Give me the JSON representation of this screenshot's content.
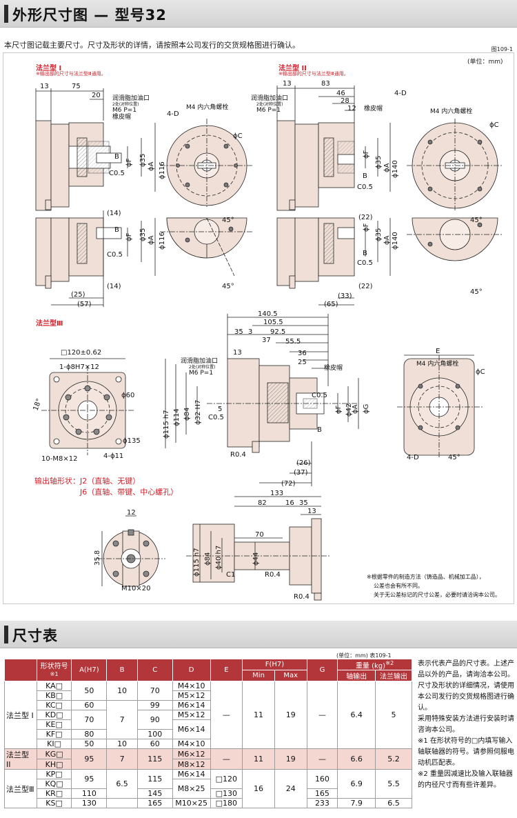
{
  "header1": {
    "title": "外形尺寸图 — 型号32"
  },
  "intro": "本尺寸图记载主要尺寸。尺寸及形状的详情，请按照本公司发行的交货规格图进行确认。",
  "fig_id": "图109-1",
  "unit_note": "(单位：mm)",
  "flange1": {
    "title": "法兰型 I",
    "note": "※输出部的尺寸与法兰型Ⅲ通用。"
  },
  "flange2": {
    "title": "法兰型 II",
    "note": "※输出部的尺寸与法兰型Ⅲ通用。"
  },
  "flange3": {
    "title": "法兰型Ⅲ"
  },
  "labels": {
    "grease": "润滑脂加油口",
    "grease_sub": "2处(对称位置)",
    "m6": "M6 P=1",
    "rubber_cap": "橡皮帽",
    "bolt": "M4 内六角螺栓",
    "four_d": "4-D",
    "phi_c": "ϕC",
    "phi_f": "ϕF",
    "phi_a": "ϕA",
    "b": "B",
    "c05": "C0.5",
    "angle45": "45°",
    "angle18": "18°",
    "phi116": "ϕ116",
    "phi140": "ϕ140",
    "phi35": "ϕ35",
    "phi60": "ϕ60",
    "phi135": "ϕ135",
    "sq120": "□120±0.62",
    "holes1": "1-ϕ8H7×12",
    "holes2": "10-M8×12",
    "holes3": "4-ϕ11",
    "e": "E",
    "phi_g": "ϕG",
    "phi42": "ϕ42",
    "phi115": "ϕ115 h7",
    "phi114": "ϕ114",
    "phi84": "ϕ84",
    "phi32": "ϕ32 H7",
    "phi44": "ϕ44",
    "phi40": "ϕ40 h7",
    "r04": "R0.4",
    "c1": "C1",
    "m10": "M10×20",
    "v5": "5"
  },
  "dims": {
    "f1": [
      "13",
      "75",
      "20",
      "(14)",
      "(14)",
      "(25)",
      "(57)"
    ],
    "f2": [
      "13",
      "83",
      "46",
      "28",
      "12",
      "(22)",
      "(22)",
      "(33)",
      "(65)"
    ],
    "f3": [
      "140.5",
      "105.5",
      "35",
      "3",
      "92.5",
      "37",
      "55.5",
      "13",
      "36",
      "25",
      "(26)",
      "(37)",
      "(72)"
    ],
    "shaft": [
      "133",
      "82",
      "16",
      "35",
      "13",
      "70",
      "12",
      "35.8"
    ]
  },
  "shaft_shapes": {
    "title": "输出轴形状：J2（直轴、无键）",
    "line2": "J6（直轴、带键、中心螺孔）"
  },
  "mfg_note": [
    "※根据零件的制造方法（铸造品、机械加工品），",
    "公差也会有所不同。",
    "关于无公差标记的尺寸公差，必要时请洽询本公司。"
  ],
  "header2": {
    "title": "尺寸表"
  },
  "table_unit": "(单位：mm)  表109-1",
  "table": {
    "headers": {
      "shape": "形状符号",
      "shape_mark": "※1",
      "a": "A(H7)",
      "b": "B",
      "c": "C",
      "d": "D",
      "e": "E",
      "f": "F(H7)",
      "fmin": "Min",
      "fmax": "Max",
      "g": "G",
      "weight": "重量 (kg)",
      "weight_mark": "※2",
      "shaft_in": "轴输出",
      "flange_out": "法兰输出"
    },
    "group1": "法兰型 I",
    "group2": "法兰型 II",
    "group3": "法兰型Ⅲ",
    "rows": {
      "KA": {
        "code": "KA□",
        "a": "50",
        "b": "10",
        "c": "70",
        "d": "M4×10"
      },
      "KB": {
        "code": "KB□",
        "d": "M5×12"
      },
      "KC": {
        "code": "KC□",
        "a": "60",
        "c": "99",
        "d": "M6×14"
      },
      "KD": {
        "code": "KD□",
        "a": "70",
        "b": "7",
        "c": "90",
        "d": "M5×12"
      },
      "KE": {
        "code": "KE□",
        "d": "M6×14"
      },
      "KF": {
        "code": "KF□",
        "a": "80",
        "c": "100"
      },
      "KI": {
        "code": "KI□",
        "a": "50",
        "b": "10",
        "c": "60",
        "d": "M4×10"
      },
      "KG": {
        "code": "KG□",
        "a": "95",
        "b": "7",
        "c": "115",
        "d": "M6×12"
      },
      "KH": {
        "code": "KH□",
        "d": "M8×12"
      },
      "KP": {
        "code": "KP□",
        "a": "95",
        "c": "115",
        "d": "M6×14",
        "e": "□120",
        "g": "160",
        "w": "6.9",
        "wf": "5.5"
      },
      "KQ": {
        "code": "KQ□",
        "b": "6.5",
        "d": "M8×25"
      },
      "KR": {
        "code": "KR□",
        "a": "110",
        "c": "145",
        "e": "□130",
        "g": "165"
      },
      "KS": {
        "code": "KS□",
        "a": "130",
        "c": "165",
        "d": "M10×25",
        "e": "□180",
        "g": "233",
        "w": "7.9",
        "wf": "6.5"
      }
    },
    "g1": {
      "e": "—",
      "fmin": "11",
      "fmax": "19",
      "g": "—",
      "w": "6.4",
      "wf": "5"
    },
    "g2": {
      "e": "—",
      "fmin": "11",
      "fmax": "19",
      "g": "—",
      "w": "6.6",
      "wf": "5.2"
    },
    "g3": {
      "fmin": "16",
      "fmax": "24"
    }
  },
  "side_notes": [
    "表示代表产品的尺寸表。上述产品以外的产品，请询洽本公司。",
    "尺寸及形状的详细情况，请使用本公司发行的交货规格图进行确认。",
    "采用特殊安装方法进行安装时请咨询本公司。",
    "※1 在形状符号的□内填写输入轴联轴器的符号。请参照伺服电动机匹配表。",
    "※2 重量因减速比及输入联轴器的内径尺寸而有些许差异。"
  ],
  "colors": {
    "part_fill": "#efdfd6",
    "accent_red": "#d0202a",
    "table_header": "#b2363a",
    "table_shade": "#f5d7d2"
  }
}
